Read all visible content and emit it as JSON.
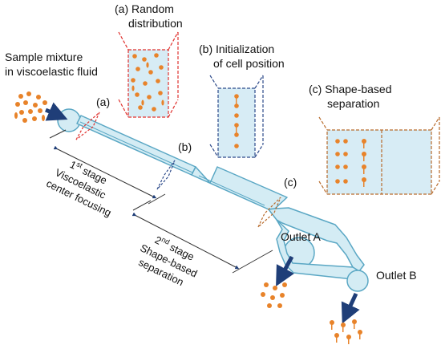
{
  "colors": {
    "channel_fill": "#d4ecf4",
    "channel_stroke": "#5aa7c4",
    "cell": "#e8832a",
    "arrow": "#1f3e78",
    "box_a": "#e0312e",
    "box_b": "#2c4a8a",
    "box_c": "#b86b2c",
    "box_fill": "#d7ecf5"
  },
  "labels": {
    "sample": [
      "Sample mixture",
      "in viscoelastic fluid"
    ],
    "panel_a": [
      "(a) Random",
      "distribution"
    ],
    "panel_b": [
      "(b) Initialization",
      "of cell position"
    ],
    "panel_c": [
      "(c) Shape-based",
      "separation"
    ],
    "marker_a": "(a)",
    "marker_b": "(b)",
    "marker_c": "(c)",
    "stage1": {
      "num": "1",
      "sup": "st",
      "word": " stage",
      "line2": "Viscoelastic",
      "line3": "center focusing"
    },
    "stage2": {
      "num": "2",
      "sup": "nd",
      "word": " stage",
      "line2": "Shape-based",
      "line3": "separation"
    },
    "outlet_a": "Outlet A",
    "outlet_b": "Outlet B"
  }
}
